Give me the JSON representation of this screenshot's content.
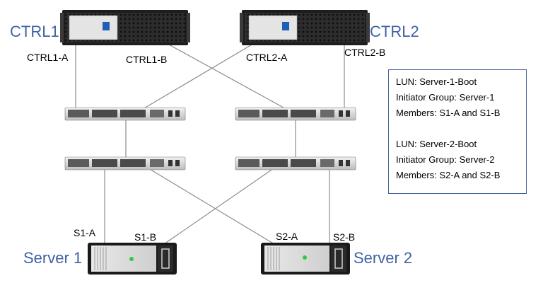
{
  "controllers": [
    {
      "name": "CTRL1",
      "ports": [
        "CTRL1-A",
        "CTRL1-B"
      ]
    },
    {
      "name": "CTRL2",
      "ports": [
        "CTRL2-A",
        "CTRL2-B"
      ]
    }
  ],
  "servers": [
    {
      "name": "Server 1",
      "ports": [
        "S1-A",
        "S1-B"
      ]
    },
    {
      "name": "Server 2",
      "ports": [
        "S2-A",
        "S2-B"
      ]
    }
  ],
  "lun_info": [
    {
      "lun": "LUN: Server-1-Boot",
      "initiator_group": "Initiator Group: Server-1",
      "members": "Members: S1-A and S1-B"
    },
    {
      "lun": "LUN: Server-2-Boot",
      "initiator_group": "Initiator Group: Server-2",
      "members": "Members: S2-A and S2-B"
    }
  ],
  "colors": {
    "label_blue": "#3f63a6",
    "box_border": "#43659f",
    "link_gray": "#8c8c8c",
    "status_led": "#2ecc40",
    "storage_logo": "#1f5fb5"
  }
}
